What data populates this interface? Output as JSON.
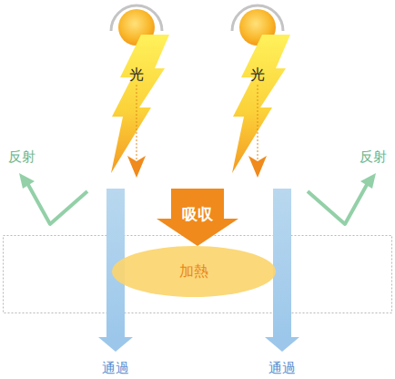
{
  "diagram": {
    "nodes": [
      {
        "text": [
          "光"
        ]
      },
      {
        "text": [
          "光"
        ]
      },
      {
        "text": [
          "吸収"
        ]
      },
      {
        "text": [
          "加熱"
        ]
      }
    ],
    "labels": [
      "反射",
      "反射",
      "通過",
      "通過"
    ]
  }
}
